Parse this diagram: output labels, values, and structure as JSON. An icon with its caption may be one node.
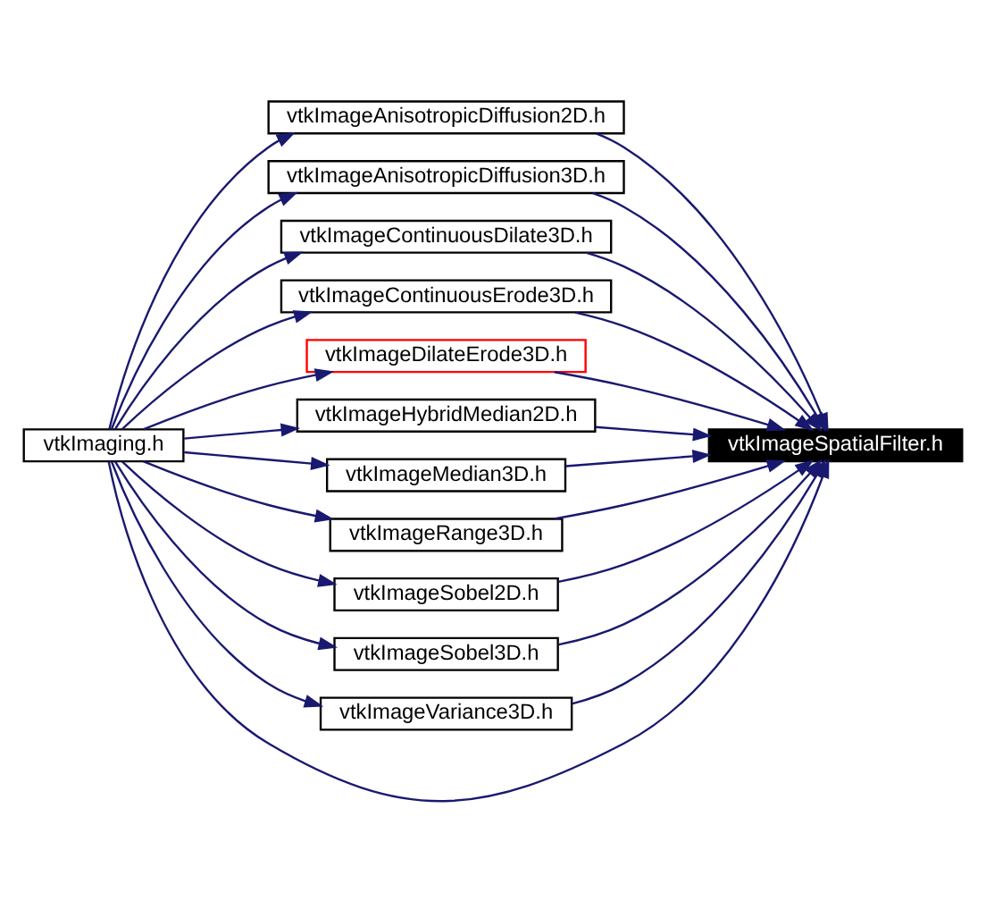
{
  "diagram": {
    "nodes": [
      {
        "text": [
          "vtkImaging.h"
        ]
      },
      {
        "text": [
          "vtkImageAnisotropicDiffusion2D.h"
        ]
      },
      {
        "text": [
          "vtkImageAnisotropicDiffusion3D.h"
        ]
      },
      {
        "text": [
          "vtkImageContinuousDilate3D.h"
        ]
      },
      {
        "text": [
          "vtkImageContinuousErode3D.h"
        ]
      },
      {
        "text": [
          "vtkImageDilateErode3D.h"
        ]
      },
      {
        "text": [
          "vtkImageHybridMedian2D.h"
        ]
      },
      {
        "text": [
          "vtkImageMedian3D.h"
        ]
      },
      {
        "text": [
          "vtkImageRange3D.h"
        ]
      },
      {
        "text": [
          "vtkImageSobel2D.h"
        ]
      },
      {
        "text": [
          "vtkImageSobel3D.h"
        ]
      },
      {
        "text": [
          "vtkImageVariance3D.h"
        ]
      },
      {
        "text": [
          "vtkImageSpatialFilter.h"
        ]
      }
    ],
    "edges": [
      {
        "from": 0,
        "to": 1,
        "arrow": "to"
      },
      {
        "from": 1,
        "to": 12,
        "arrow": "to"
      },
      {
        "from": 0,
        "to": 2,
        "arrow": "to"
      },
      {
        "from": 2,
        "to": 12,
        "arrow": "to"
      },
      {
        "from": 0,
        "to": 3,
        "arrow": "to"
      },
      {
        "from": 3,
        "to": 12,
        "arrow": "to"
      },
      {
        "from": 0,
        "to": 4,
        "arrow": "to"
      },
      {
        "from": 4,
        "to": 12,
        "arrow": "to"
      },
      {
        "from": 0,
        "to": 5,
        "arrow": "to"
      },
      {
        "from": 5,
        "to": 12,
        "arrow": "to"
      },
      {
        "from": 0,
        "to": 6,
        "arrow": "to"
      },
      {
        "from": 6,
        "to": 12,
        "arrow": "to"
      },
      {
        "from": 0,
        "to": 7,
        "arrow": "to"
      },
      {
        "from": 7,
        "to": 12,
        "arrow": "to"
      },
      {
        "from": 0,
        "to": 8,
        "arrow": "to"
      },
      {
        "from": 8,
        "to": 12,
        "arrow": "to"
      },
      {
        "from": 0,
        "to": 9,
        "arrow": "to"
      },
      {
        "from": 9,
        "to": 12,
        "arrow": "to"
      },
      {
        "from": 0,
        "to": 10,
        "arrow": "to"
      },
      {
        "from": 10,
        "to": 12,
        "arrow": "to"
      },
      {
        "from": 0,
        "to": 11,
        "arrow": "to"
      },
      {
        "from": 11,
        "to": 12,
        "arrow": "to"
      },
      {
        "from": 0,
        "to": 12,
        "arrow": "to"
      }
    ]
  }
}
